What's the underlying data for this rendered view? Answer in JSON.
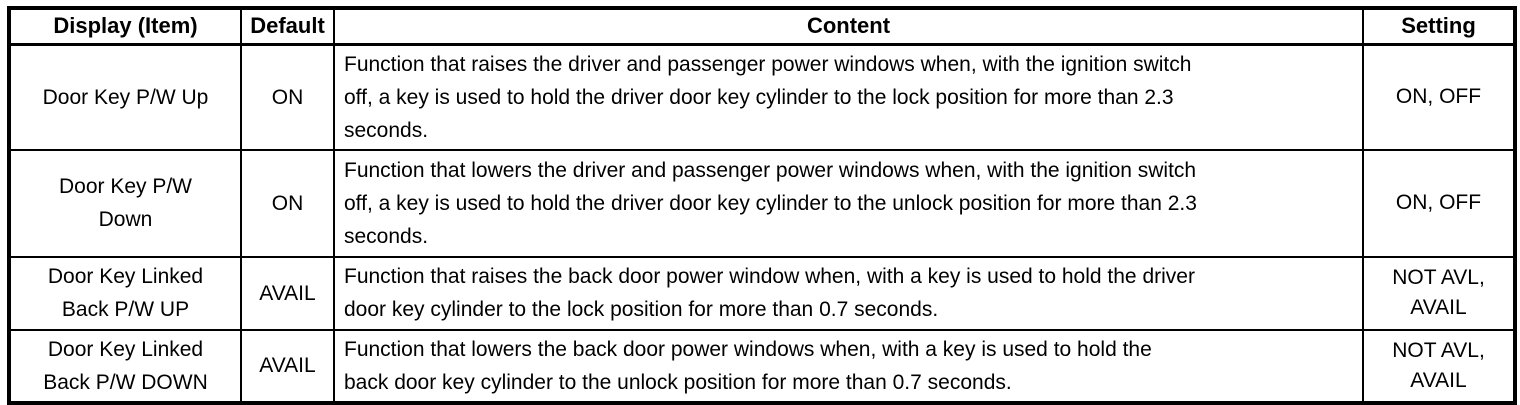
{
  "table": {
    "headers": {
      "display": "Display (Item)",
      "default": "Default",
      "content": "Content",
      "setting": "Setting"
    },
    "rows": [
      {
        "display": "Door Key P/W Up",
        "default": "ON",
        "content": "Function that raises the driver and passenger power windows when, with the ignition switch\noff, a key is used to hold the driver door key cylinder to the lock position for more than 2.3\nseconds.",
        "setting": "ON, OFF"
      },
      {
        "display": "Door Key P/W\nDown",
        "default": "ON",
        "content": "Function that lowers the driver and passenger power windows when, with the ignition switch\noff, a key is used to hold the driver door key cylinder to the unlock position for more than 2.3\nseconds.",
        "setting": "ON, OFF"
      },
      {
        "display": "Door Key Linked\nBack P/W UP",
        "default": "AVAIL",
        "content": "Function that raises the back door power window when, with a key is used to hold the driver\ndoor key cylinder to the lock position for more than 0.7 seconds.",
        "setting": "NOT AVL,\nAVAIL"
      },
      {
        "display": "Door Key Linked\nBack P/W DOWN",
        "default": "AVAIL",
        "content": "Function that lowers the back door power windows when, with a key is used to hold the\nback door key cylinder to the unlock position for more than 0.7 seconds.",
        "setting": "NOT AVL,\nAVAIL"
      }
    ]
  }
}
